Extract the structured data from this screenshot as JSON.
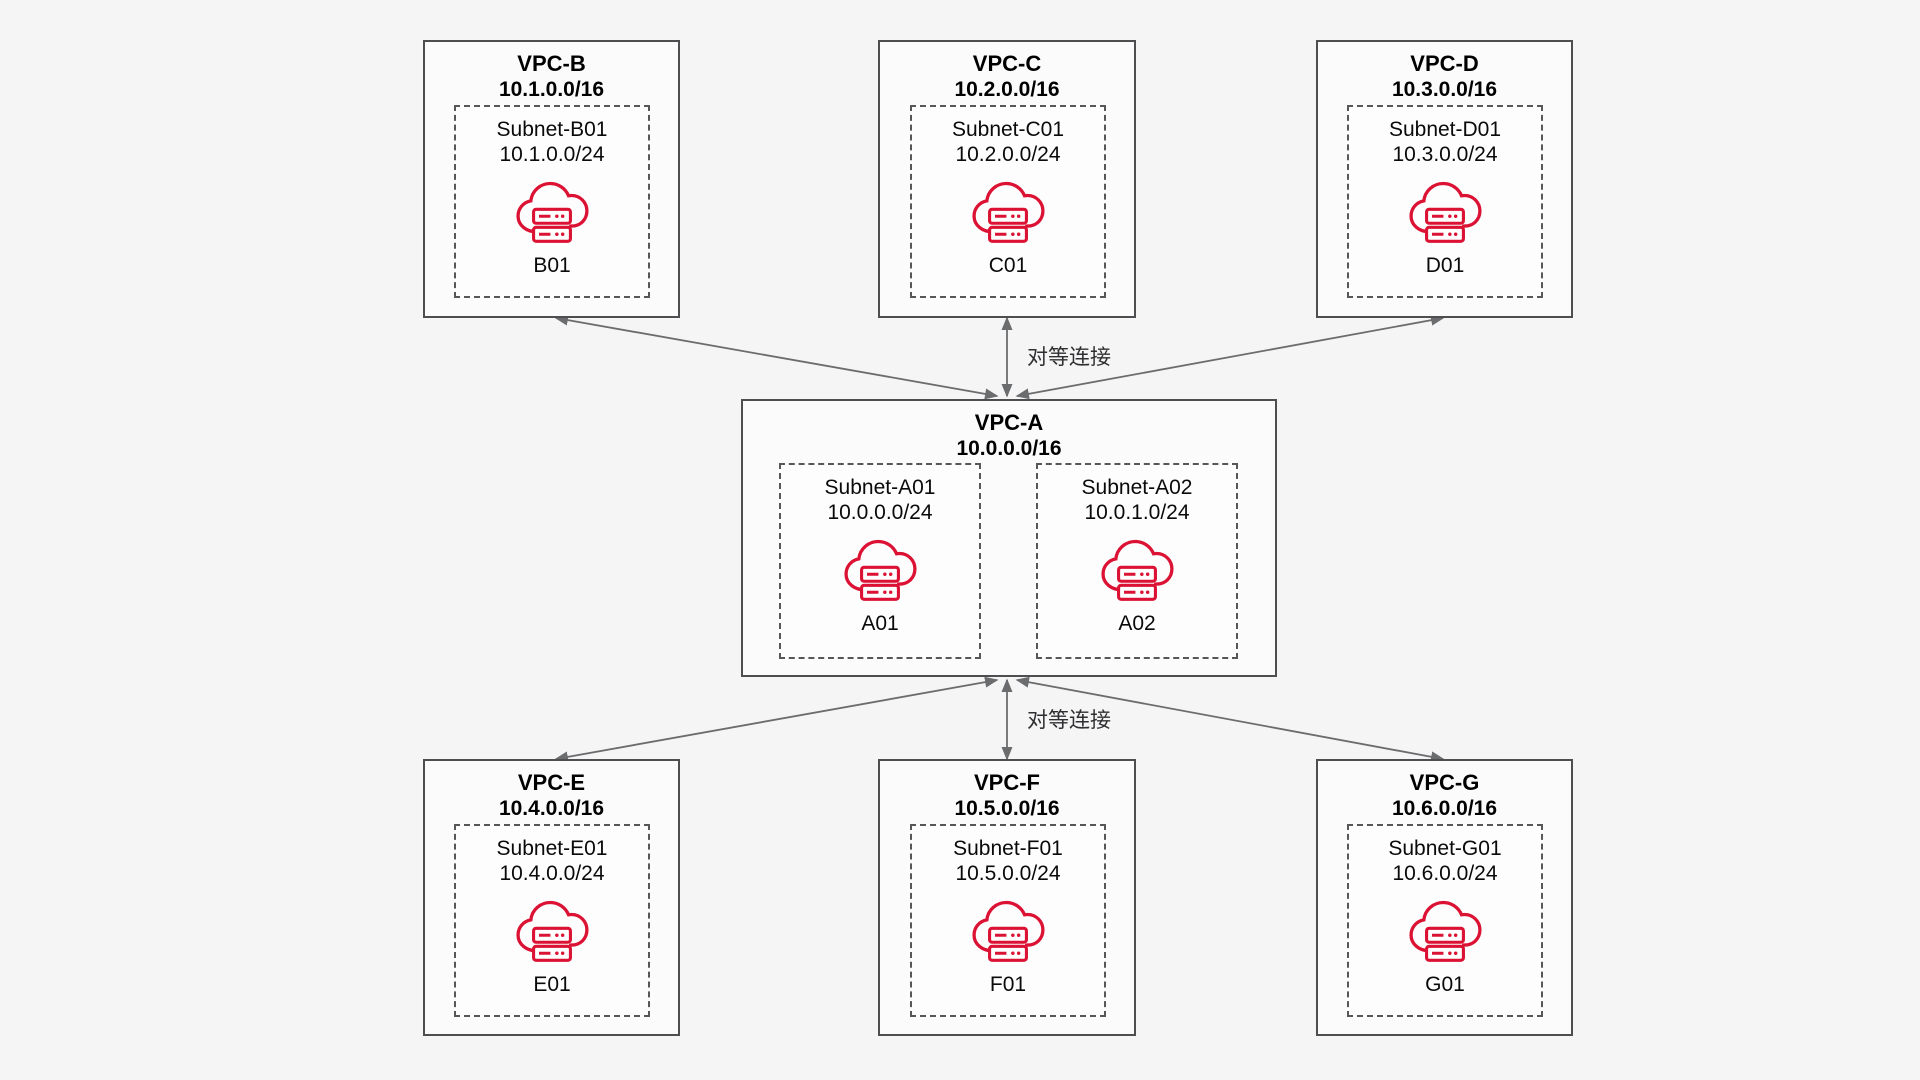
{
  "diagram": {
    "type": "vpc-peering-topology",
    "background_color": "#f5f5f6"
  },
  "colors": {
    "vpc_border": "#4e4e50",
    "subnet_border": "#57575a",
    "arrow": "#6a6c6e",
    "icon_red": "#db1233",
    "text": "#000000",
    "peer_label_text": "#2f2f31"
  },
  "icons": {
    "cloud_server": "cloud-server-icon"
  },
  "vpcs": {
    "b": {
      "name": "VPC-B",
      "cidr": "10.1.0.0/16",
      "subnets": [
        {
          "name": "Subnet-B01",
          "cidr": "10.1.0.0/24",
          "instance": "B01"
        }
      ]
    },
    "c": {
      "name": "VPC-C",
      "cidr": "10.2.0.0/16",
      "subnets": [
        {
          "name": "Subnet-C01",
          "cidr": "10.2.0.0/24",
          "instance": "C01"
        }
      ]
    },
    "d": {
      "name": "VPC-D",
      "cidr": "10.3.0.0/16",
      "subnets": [
        {
          "name": "Subnet-D01",
          "cidr": "10.3.0.0/24",
          "instance": "D01"
        }
      ]
    },
    "a": {
      "name": "VPC-A",
      "cidr": "10.0.0.0/16",
      "subnets": [
        {
          "name": "Subnet-A01",
          "cidr": "10.0.0.0/24",
          "instance": "A01"
        },
        {
          "name": "Subnet-A02",
          "cidr": "10.0.1.0/24",
          "instance": "A02"
        }
      ]
    },
    "e": {
      "name": "VPC-E",
      "cidr": "10.4.0.0/16",
      "subnets": [
        {
          "name": "Subnet-E01",
          "cidr": "10.4.0.0/24",
          "instance": "E01"
        }
      ]
    },
    "f": {
      "name": "VPC-F",
      "cidr": "10.5.0.0/16",
      "subnets": [
        {
          "name": "Subnet-F01",
          "cidr": "10.5.0.0/24",
          "instance": "F01"
        }
      ]
    },
    "g": {
      "name": "VPC-G",
      "cidr": "10.6.0.0/16",
      "subnets": [
        {
          "name": "Subnet-G01",
          "cidr": "10.6.0.0/24",
          "instance": "G01"
        }
      ]
    }
  },
  "connections": [
    {
      "from": "VPC-A",
      "to": "VPC-B",
      "style": "bidirectional-arrow",
      "label": ""
    },
    {
      "from": "VPC-A",
      "to": "VPC-C",
      "style": "bidirectional-arrow",
      "label": "对等连接"
    },
    {
      "from": "VPC-A",
      "to": "VPC-D",
      "style": "bidirectional-arrow",
      "label": ""
    },
    {
      "from": "VPC-A",
      "to": "VPC-E",
      "style": "bidirectional-arrow",
      "label": ""
    },
    {
      "from": "VPC-A",
      "to": "VPC-F",
      "style": "bidirectional-arrow",
      "label": "对等连接"
    },
    {
      "from": "VPC-A",
      "to": "VPC-G",
      "style": "bidirectional-arrow",
      "label": ""
    }
  ]
}
